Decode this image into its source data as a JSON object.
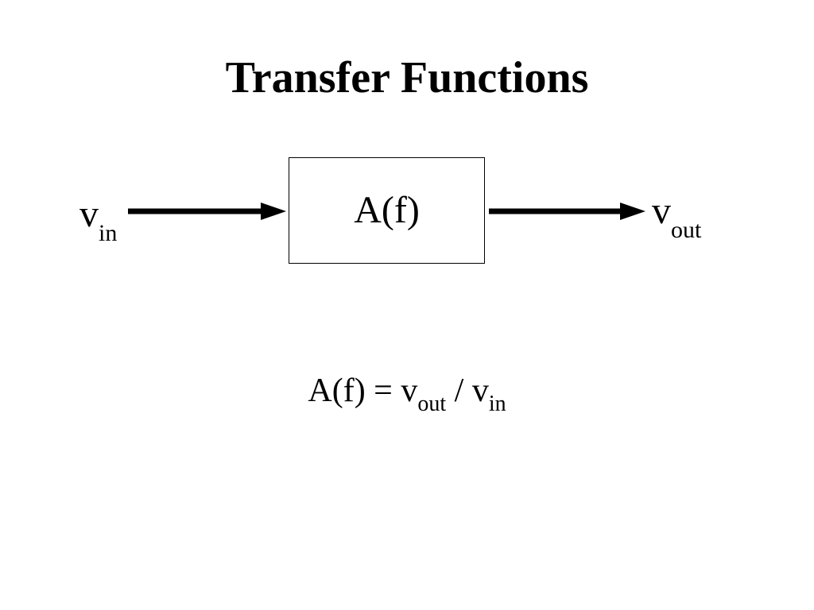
{
  "slide": {
    "title": "Transfer Functions"
  },
  "diagram": {
    "block_label": "A(f)",
    "input": {
      "symbol": "v",
      "subscript": "in"
    },
    "output": {
      "symbol": "v",
      "subscript": "out"
    }
  },
  "formula": {
    "lhs": "A(f) = ",
    "num_symbol": "v",
    "num_subscript": "out",
    "divider": " / ",
    "den_symbol": "v",
    "den_subscript": "in"
  },
  "colors": {
    "line": "#000000",
    "background": "#ffffff"
  }
}
